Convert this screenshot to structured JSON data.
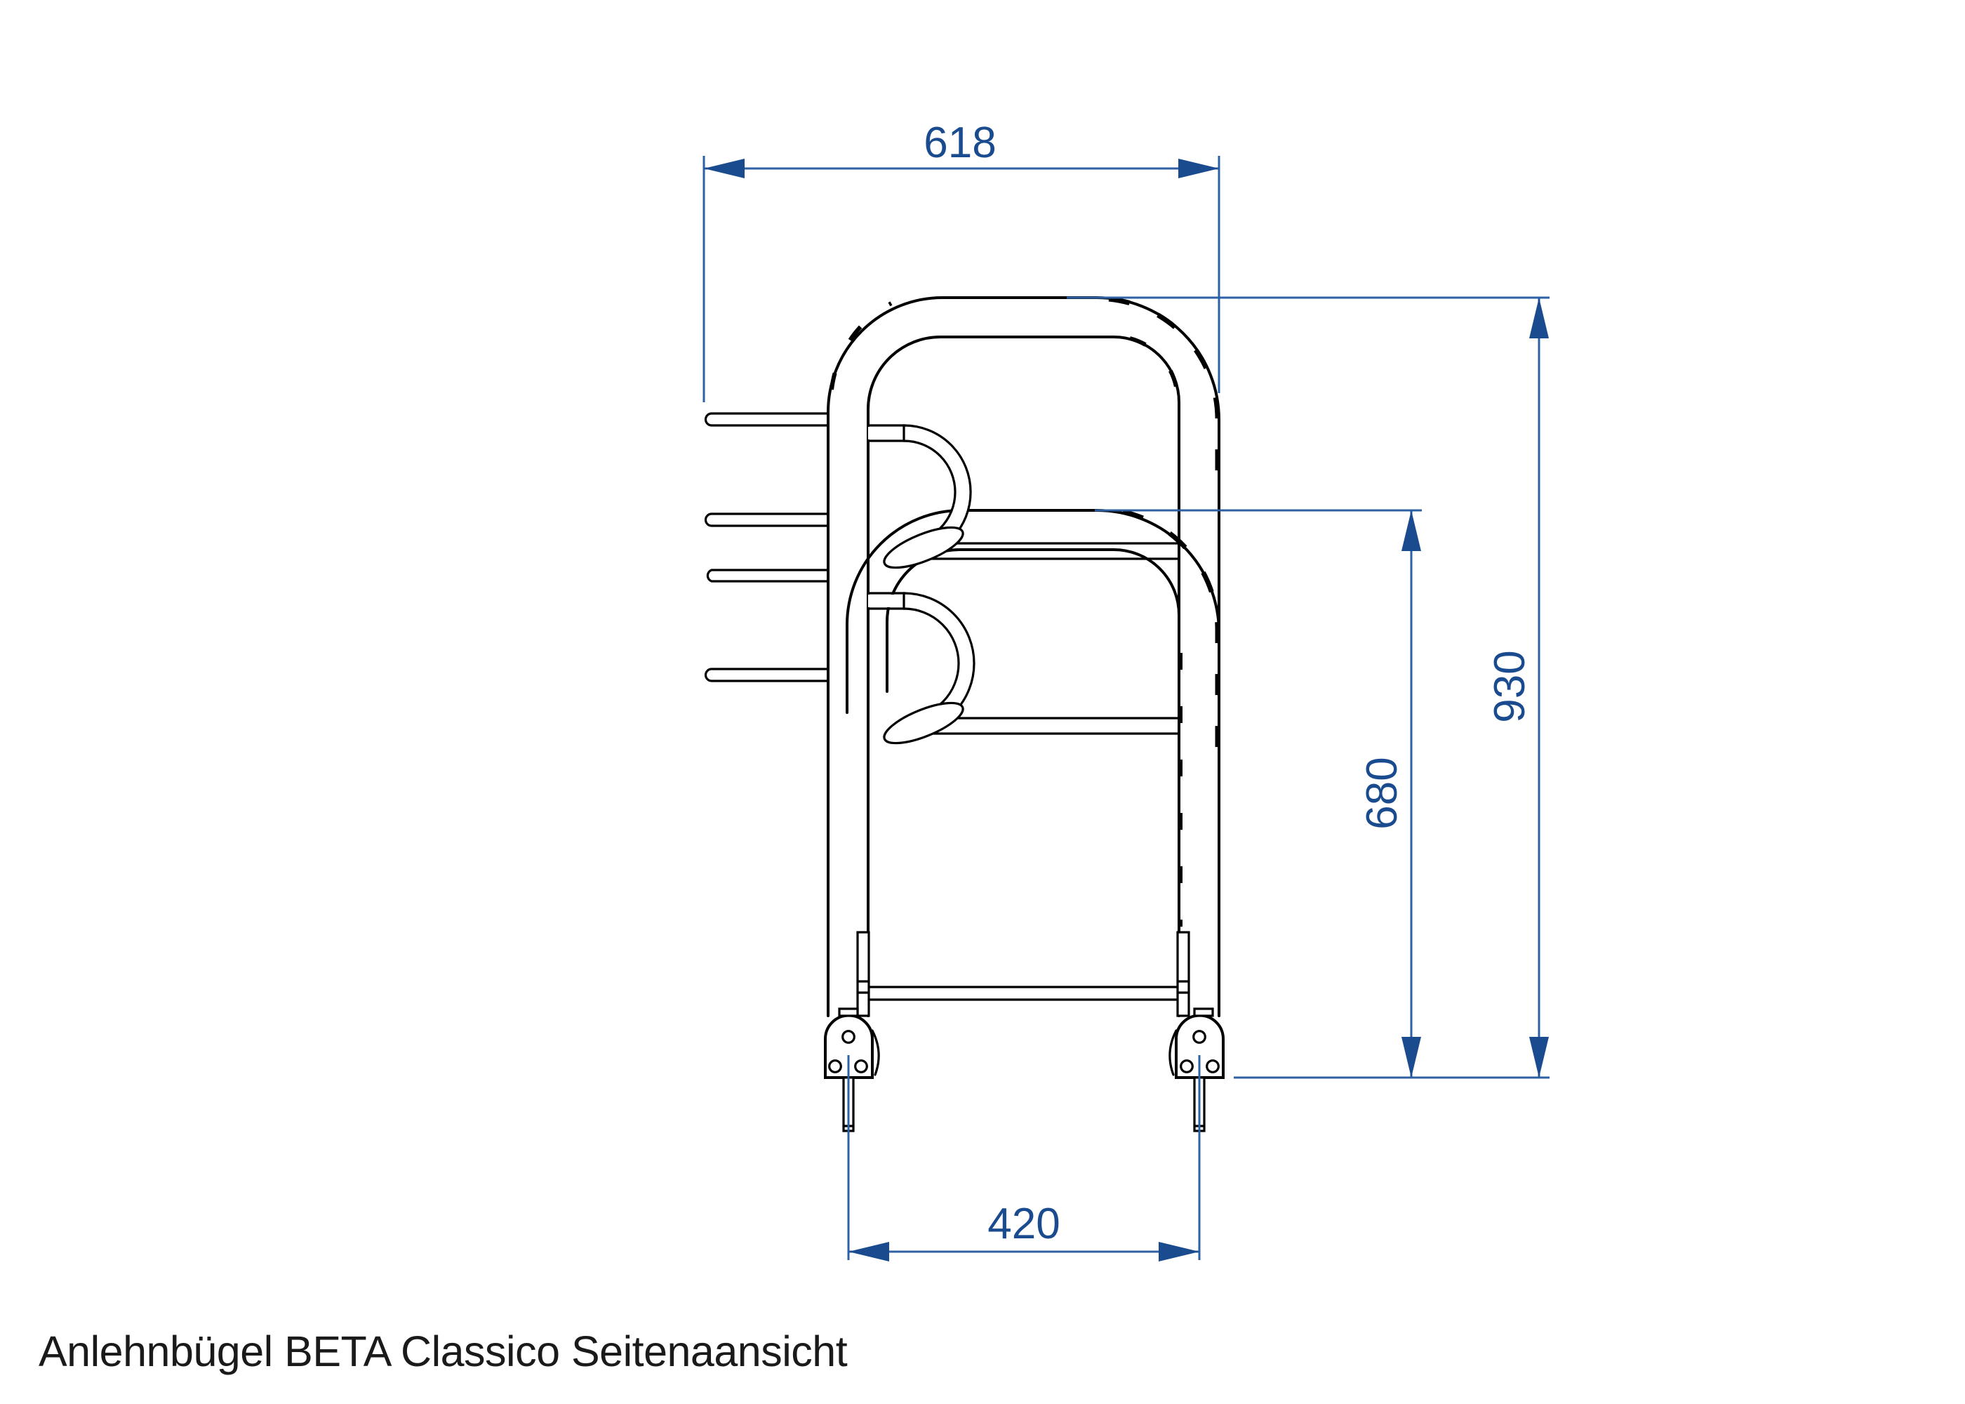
{
  "caption": "Anlehnbügel BETA Classico Seitenaansicht",
  "dimensions": {
    "top_width": "618",
    "overall_height": "930",
    "lower_height": "680",
    "base_width": "420"
  },
  "colors": {
    "dimension_line": "#2e60a5",
    "dimension_text": "#1a4b8f",
    "drawing_line": "#000000",
    "background": "#ffffff",
    "caption_text": "#1a1a1a"
  }
}
